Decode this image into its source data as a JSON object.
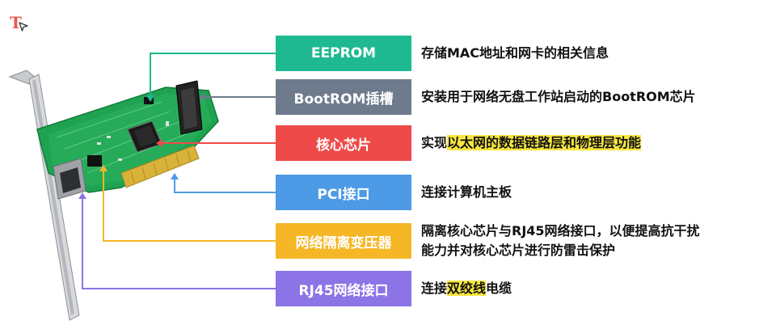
{
  "logo": {
    "letter": "T"
  },
  "components": [
    {
      "label": "EEPROM",
      "color": "#1fb991",
      "description": "存储MAC地址和网卡的相关信息"
    },
    {
      "label": "BootROM插槽",
      "color": "#6e7b8c",
      "description": "安装用于网络无盘工作站启动的BootROM芯片"
    },
    {
      "label": "核心芯片",
      "color": "#ef4a4a",
      "desc_prefix": "实现",
      "desc_highlight": "以太网的数据链路层和物理层功能"
    },
    {
      "label": "PCI接口",
      "color": "#4d9ae6",
      "description": "连接计算机主板"
    },
    {
      "label": "网络隔离变压器",
      "color": "#f6b727",
      "description_line1": "隔离核心芯片与RJ45网络接口，以便提高抗干扰",
      "description_line2": "能力并对核心芯片进行防雷击保护"
    },
    {
      "label": "RJ45网络接口",
      "color": "#8c73e6",
      "desc_prefix": "连接",
      "desc_highlight": "双绞线",
      "desc_suffix": "电缆"
    }
  ]
}
